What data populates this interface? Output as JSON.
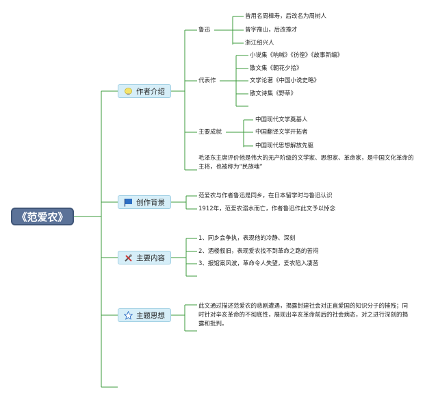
{
  "root": {
    "title": "《范爱农》"
  },
  "colors": {
    "line": "#3a9a3a",
    "root_fill": "#5b7298",
    "branch_fill": "#d6eef8"
  },
  "branches": [
    {
      "label": "作者介绍",
      "icon": "lightbulb-icon",
      "children": [
        {
          "label": "鲁迅",
          "items": [
            "曾用名周樟寿，后改名为周树人",
            "曾字豫山，后改豫才",
            "浙江绍兴人"
          ]
        },
        {
          "label": "代表作",
          "items": [
            "小说集《呐喊》《彷徨》《故事新编》",
            "散文集《朝花夕拾》",
            "文学论著《中国小说史略》",
            "散文诗集《野草》"
          ]
        },
        {
          "label": "主要成就",
          "items": [
            "中国现代文学奠基人",
            "中国翻译文学开拓者",
            "中国现代思想解放先驱"
          ]
        },
        {
          "text": "毛泽东主席评价他是伟大的无产阶级的文学家、思想家、革命家，是中国文化革命的主将，也被称为“民族魂”"
        }
      ]
    },
    {
      "label": "创作背景",
      "icon": "flag-icon",
      "items": [
        "范爱农与作者鲁迅是同乡，在日本留学时与鲁迅认识",
        "1912年，范爱农溺水而亡，作者鲁迅作此文予以悼念"
      ]
    },
    {
      "label": "主要内容",
      "icon": "tools-icon",
      "items": [
        "1、同乡会争执，表现他的冷静、深刻",
        "2、酒楼叙旧，表现爱农找不到革命之路的苦闷",
        "3、报馆案风波，革命令人失望，爱农陷入凄苦"
      ]
    },
    {
      "label": "主题思想",
      "icon": "star-icon",
      "text": "此文通过描述范爱农的悲剧遭遇，揭露封建社会对正直爱国的知识分子的摧残；同时针对辛亥革命的不彻底性，展现出辛亥革命前后的社会病态，对之进行深刻的揭露和批判。"
    }
  ]
}
